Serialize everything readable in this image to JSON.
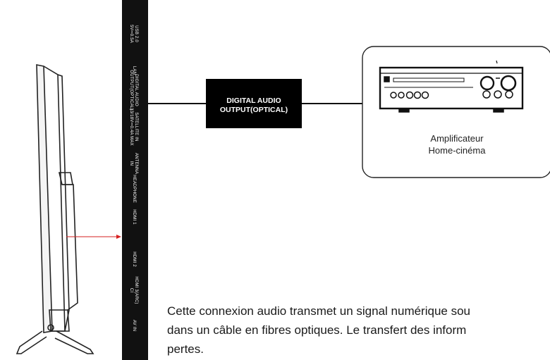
{
  "panel": {
    "ports": [
      {
        "line1": "USB 2.0",
        "line2": "5V⎓0.5A",
        "name": "port-usb"
      },
      {
        "line1": "LAN",
        "line2": "",
        "name": "port-lan"
      },
      {
        "line1": "DIGITAL AUDIO",
        "line2": "OUTPUT(OPTICAL)",
        "name": "port-digital-audio"
      },
      {
        "line1": "SATELLITE IN",
        "line2": "13/18V⎓0.4A MAX",
        "name": "port-satellite"
      },
      {
        "line1": "ANTENNA",
        "line2": "IN",
        "name": "port-antenna"
      },
      {
        "line1": "HEADPHONE",
        "line2": "",
        "name": "port-headphone"
      },
      {
        "line1": "HDMI 1",
        "line2": "",
        "name": "port-hdmi1"
      },
      {
        "line1": "HDMI 2",
        "line2": "",
        "name": "port-hdmi2"
      },
      {
        "line1": "HDMI 3(ARC)",
        "line2": "CI",
        "name": "port-hdmi3"
      },
      {
        "line1": "AV IN",
        "line2": "",
        "name": "port-av-in"
      }
    ]
  },
  "cable_label": {
    "line1": "DIGITAL AUDIO",
    "line2": "OUTPUT(OPTICAL)"
  },
  "device": {
    "line1": "Amplificateur",
    "line2": "Home-cinéma"
  },
  "description": {
    "line1": "Cette connexion audio transmet un signal numérique sou",
    "line2": "dans un câble en fibres optiques. Le transfert des inform",
    "line3": "pertes."
  },
  "colors": {
    "arrow": "#d62020",
    "panel": "#111111",
    "label_box": "#000000"
  }
}
